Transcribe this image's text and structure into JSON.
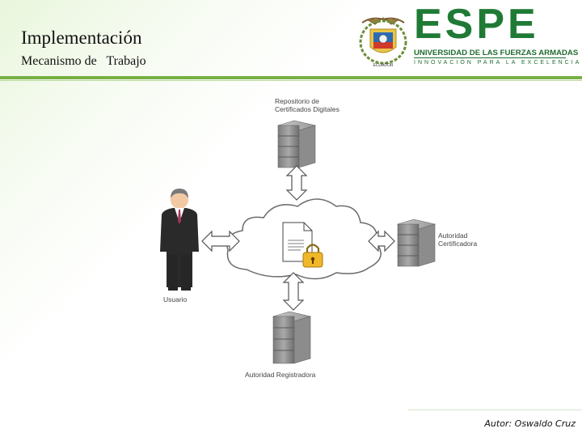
{
  "header": {
    "title": "Implementación",
    "subtitle": "Mecanismo de   Trabajo"
  },
  "logo": {
    "name": "ESPE",
    "university": "UNIVERSIDAD DE LAS FUERZAS ARMADAS",
    "tagline": "INNOVACIÓN PARA LA EXCELENCIA",
    "brand_color": "#1f7a35"
  },
  "diagram": {
    "nodes": {
      "repository": "Repositorio de\nCertificados Digitales",
      "user": "Usuario",
      "ca": "Autoridad\nCertificadora",
      "ra": "Autoridad Registradora"
    },
    "center_icon": "cloud-with-locked-document"
  },
  "footer": {
    "author": "Autor: Oswaldo Cruz"
  },
  "colors": {
    "accent_green": "#77b043",
    "server_gray": "#8a8a8a"
  }
}
